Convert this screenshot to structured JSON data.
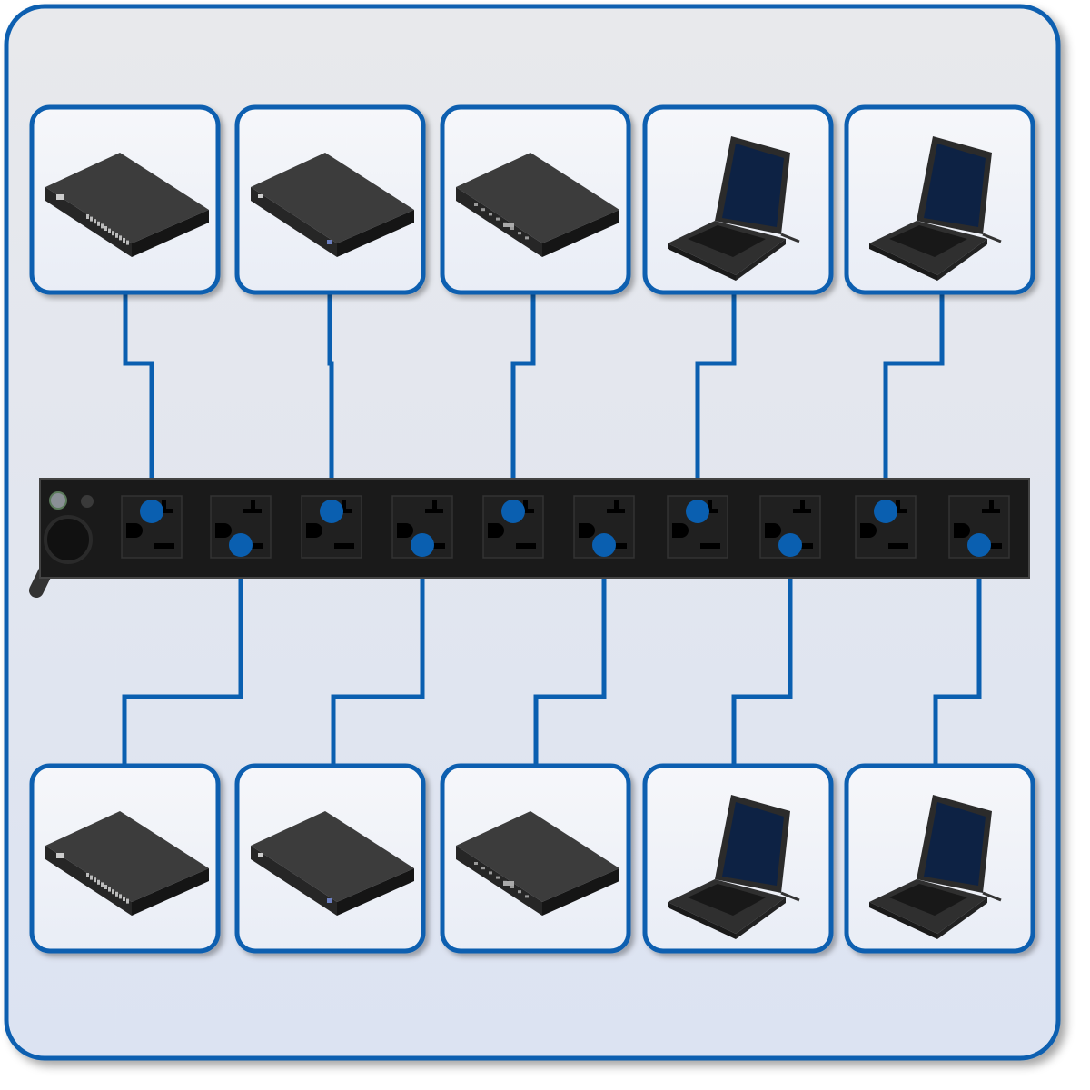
{
  "colors": {
    "accent": "#0a5fb0",
    "panel_top": "#e8eaed",
    "panel_bottom": "#dde4f2",
    "pdu": "#1c1c1c",
    "outlet": "#222222",
    "tile_bg": "#f1f3f8"
  },
  "pdu": {
    "outlet_count": 10
  },
  "top_devices": [
    {
      "type": "network-switch",
      "outlet": 1
    },
    {
      "type": "rack-appliance",
      "outlet": 3
    },
    {
      "type": "rack-server",
      "outlet": 5
    },
    {
      "type": "rack-console-laptop",
      "outlet": 7
    },
    {
      "type": "rack-console-laptop",
      "outlet": 9
    }
  ],
  "bottom_devices": [
    {
      "type": "network-switch",
      "outlet": 2
    },
    {
      "type": "rack-appliance",
      "outlet": 4
    },
    {
      "type": "rack-server",
      "outlet": 6
    },
    {
      "type": "rack-console-laptop",
      "outlet": 8
    },
    {
      "type": "rack-console-laptop",
      "outlet": 10
    }
  ]
}
